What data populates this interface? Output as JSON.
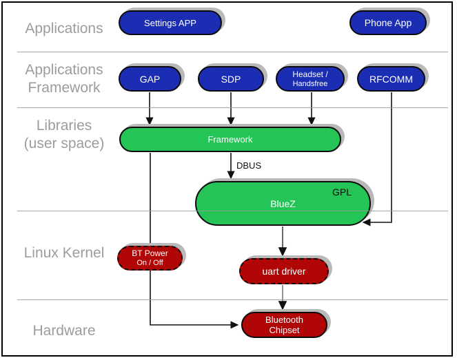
{
  "layers": {
    "applications": "Applications",
    "app_framework_line1": "Applications",
    "app_framework_line2": "Framework",
    "libraries_line1": "Libraries",
    "libraries_line2": "(user space)",
    "linux_kernel": "Linux Kernel",
    "hardware": "Hardware"
  },
  "nodes": {
    "settings_app": "Settings APP",
    "phone_app": "Phone App",
    "gap": "GAP",
    "sdp": "SDP",
    "headset_line1": "Headset /",
    "headset_line2": "Handsfree",
    "rfcomm": "RFCOMM",
    "framework": "Framework",
    "bluez": "BlueZ",
    "gpl_badge": "GPL",
    "bt_power_line1": "BT Power",
    "bt_power_line2": "On / Off",
    "uart_driver": "uart driver",
    "chipset_line1": "Bluetooth",
    "chipset_line2": "Chipset"
  },
  "edges": {
    "dbus_label": "DBUS"
  },
  "colors": {
    "app_node": "#1b2db2",
    "library_node": "#24c457",
    "kernel_node": "#b00606",
    "layer_text": "#9c9c9c",
    "divider": "#969696",
    "shadow_gray": "#b9b9b9",
    "node_text": "#ffffff",
    "edge_line": "#111111"
  }
}
